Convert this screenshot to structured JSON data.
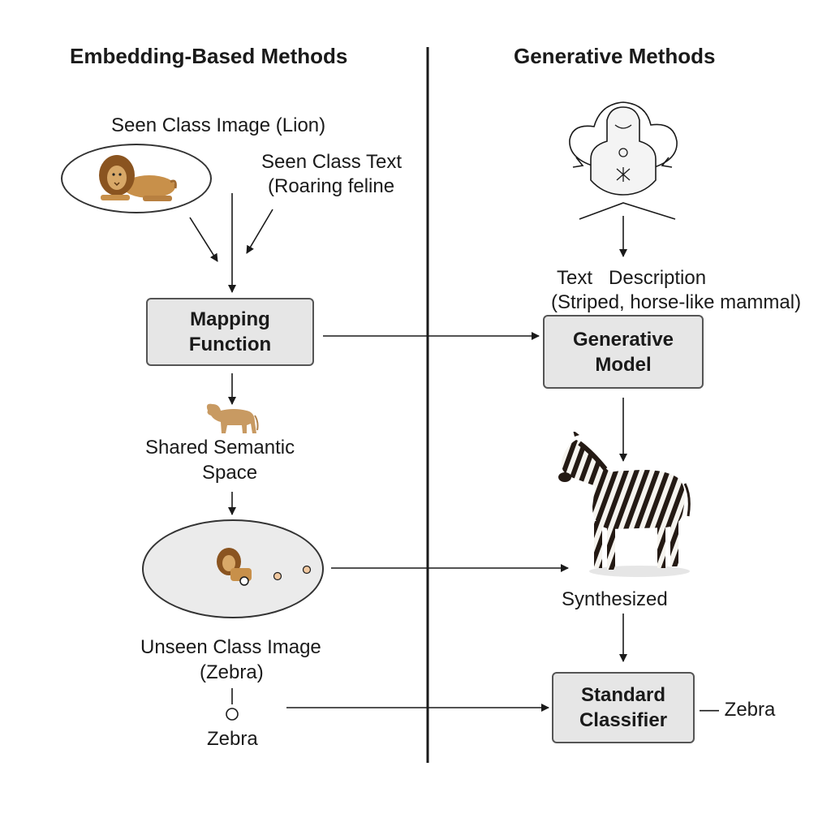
{
  "left_heading": "Embedding-Based Methods",
  "right_heading": "Generative Methods",
  "left": {
    "seen_image_label": "Seen Class Image (Lion)",
    "seen_text_line1": "Seen Class Text",
    "seen_text_line2": "(Roaring feline",
    "mapping_line1": "Mapping",
    "mapping_line2": "Function",
    "shared_line1": "Shared Semantic",
    "shared_line2": "Space",
    "unseen_line1": "Unseen Class Image",
    "unseen_line2": "(Zebra)",
    "zebra_label": "Zebra"
  },
  "right": {
    "text_desc_line1": "Text   Description",
    "text_desc_line2": "(Striped, horse-like mammal)",
    "gen_line1": "Generative",
    "gen_line2": "Model",
    "synth_label": "Synthesized",
    "classifier_line1": "Standard",
    "classifier_line2": "Classifier",
    "output_label": "— Zebra"
  },
  "colors": {
    "box_fill": "#e6e6e6",
    "oval_fill": "#ebebeb",
    "arrow": "#1a1a1a",
    "dot_peach": "#f0c8a0"
  },
  "icons": [
    "lion-photo",
    "lioness-icon",
    "lion-small-icon",
    "brain-cloud-icon",
    "zebra-photo"
  ]
}
